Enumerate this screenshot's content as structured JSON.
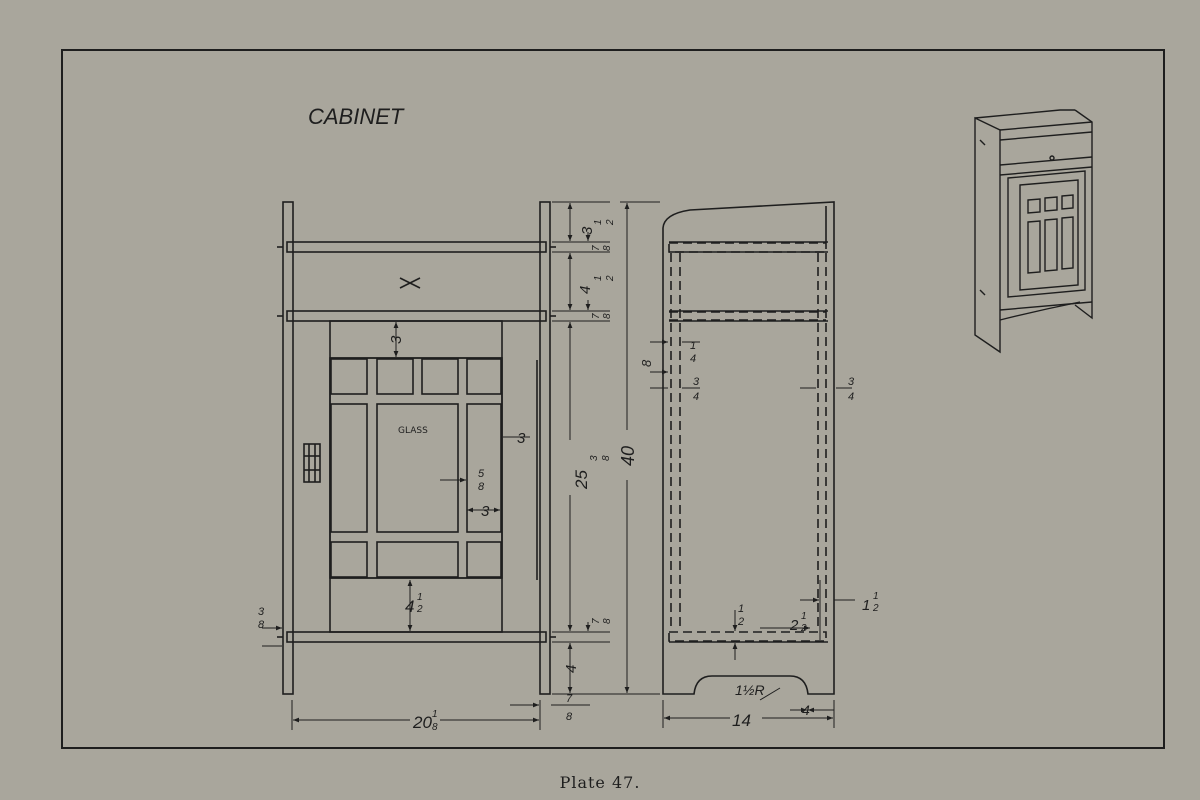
{
  "title": "CABINET",
  "glass_label": "GLASS",
  "caption": "Plate 47.",
  "colors": {
    "paper": "#a9a69c",
    "ink": "#1e1e1e"
  },
  "front": {
    "d_3_top": "3",
    "d_3_side": "3",
    "d_3_mid": "3",
    "d_5_8_num": "5",
    "d_5_8_den": "8",
    "d_4_1_2_whole": "4",
    "d_4_1_2_num": "1",
    "d_4_1_2_den": "2",
    "d_3_8_num": "3",
    "d_3_8_den": "8",
    "width_whole": "20",
    "width_num": "1",
    "width_den": "8"
  },
  "heights": {
    "d_3_1_2_whole": "3",
    "d_3_1_2_num": "1",
    "d_3_1_2_den": "2",
    "d_7_8a_num": "7",
    "d_7_8a_den": "8",
    "d_4_1_2_whole": "4",
    "d_4_1_2_num": "1",
    "d_4_1_2_den": "2",
    "d_7_8b_num": "7",
    "d_7_8b_den": "8",
    "d_25_3_8_whole": "25",
    "d_25_3_8_num": "3",
    "d_25_3_8_den": "8",
    "d_7_8c_num": "7",
    "d_7_8c_den": "8",
    "d_4": "4",
    "d_40": "40",
    "d_7_8d_num": "7",
    "d_7_8d_den": "8"
  },
  "side": {
    "d_1_4_num": "1",
    "d_1_4_den": "4",
    "d_8": "8",
    "d_3_4a_num": "3",
    "d_3_4a_den": "4",
    "d_3_4b_num": "3",
    "d_3_4b_den": "4",
    "d_1_1_2_whole": "1",
    "d_1_1_2_num": "1",
    "d_1_1_2_den": "2",
    "d_1_2_num": "1",
    "d_1_2_den": "2",
    "d_2_1_2_whole": "2",
    "d_2_1_2_num": "1",
    "d_2_1_2_den": "2",
    "d_radius": "1½R",
    "d_4": "4",
    "width": "14"
  }
}
